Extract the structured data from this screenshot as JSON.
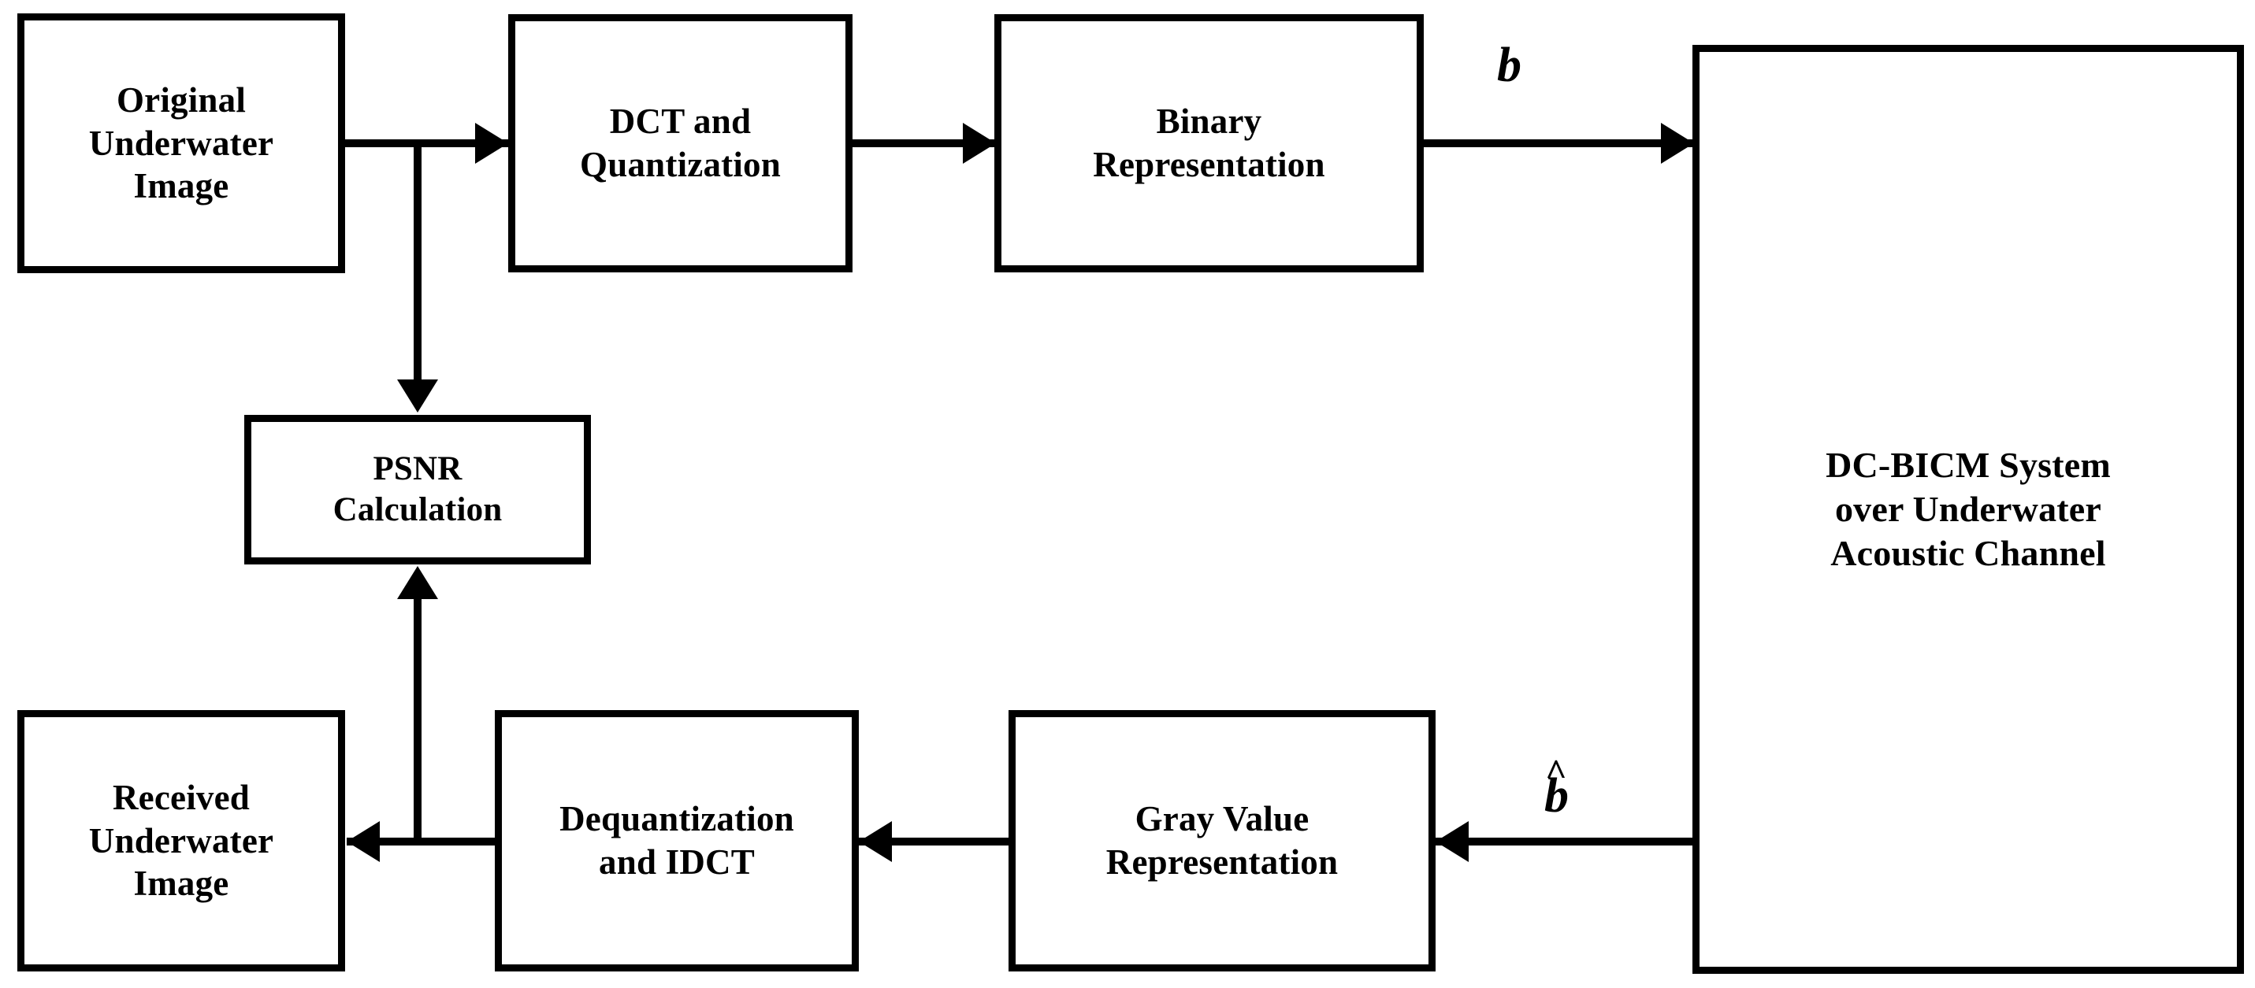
{
  "diagram": {
    "title": "Underwater image transmission block diagram",
    "stroke_color": "#000000",
    "background_color": "#ffffff",
    "nodes": [
      {
        "id": "original-image",
        "label": "Original\nUnderwater\nImage"
      },
      {
        "id": "dct-quant",
        "label": "DCT and\nQuantization"
      },
      {
        "id": "binary-rep",
        "label": "Binary\nRepresentation"
      },
      {
        "id": "channel",
        "label": "DC-BICM System\nover Underwater\nAcoustic Channel"
      },
      {
        "id": "psnr",
        "label": "PSNR\nCalculation"
      },
      {
        "id": "received-image",
        "label": "Received\nUnderwater\nImage"
      },
      {
        "id": "dequant-idct",
        "label": "Dequantization\nand IDCT"
      },
      {
        "id": "gray-value",
        "label": "Gray Value\nRepresentation"
      }
    ],
    "edge_labels": {
      "transmitted_bits": "b",
      "received_bits_base": "b",
      "received_bits_accent": "^",
      "received_bits": "b̂"
    },
    "edges": [
      {
        "from": "original-image",
        "to": "dct-quant",
        "label": ""
      },
      {
        "from": "original-image",
        "to": "psnr",
        "label": ""
      },
      {
        "from": "dct-quant",
        "to": "binary-rep",
        "label": ""
      },
      {
        "from": "binary-rep",
        "to": "channel",
        "label": "b"
      },
      {
        "from": "channel",
        "to": "gray-value",
        "label": "b̂"
      },
      {
        "from": "gray-value",
        "to": "dequant-idct",
        "label": ""
      },
      {
        "from": "dequant-idct",
        "to": "received-image",
        "label": ""
      },
      {
        "from": "dequant-idct",
        "to": "psnr",
        "label": ""
      }
    ]
  }
}
